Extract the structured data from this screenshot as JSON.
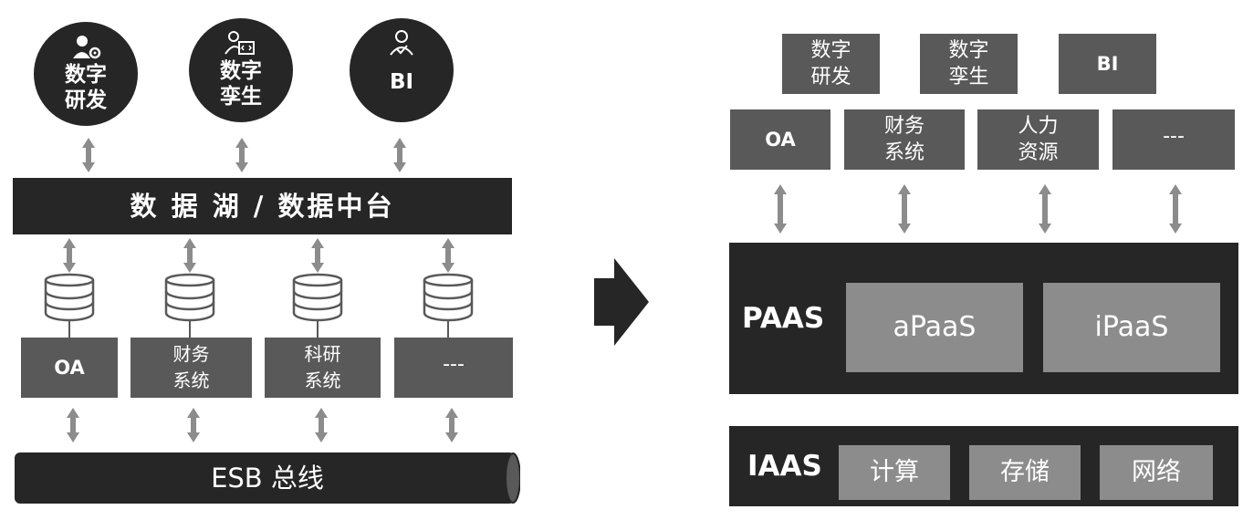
{
  "left": {
    "consumers": [
      {
        "line1": "数字",
        "line2": "研发",
        "icon": "user-gear-icon"
      },
      {
        "line1": "数字",
        "line2": "孪生",
        "icon": "user-code-icon"
      },
      {
        "line1": "BI",
        "line2": "",
        "icon": "user-check-icon"
      }
    ],
    "data_lake_label": "数 据 湖 / 数据中台",
    "systems": [
      {
        "line1": "OA",
        "line2": ""
      },
      {
        "line1": "财务",
        "line2": "系统"
      },
      {
        "line1": "科研",
        "line2": "系统"
      },
      {
        "line1": "---",
        "line2": ""
      }
    ],
    "esb_label": "ESB 总线"
  },
  "right": {
    "apps": [
      {
        "line1": "数字",
        "line2": "研发"
      },
      {
        "line1": "数字",
        "line2": "孪生"
      },
      {
        "line1": "BI",
        "line2": ""
      }
    ],
    "systems": [
      {
        "line1": "OA",
        "line2": ""
      },
      {
        "line1": "财务",
        "line2": "系统"
      },
      {
        "line1": "人力",
        "line2": "资源"
      },
      {
        "line1": "---",
        "line2": ""
      }
    ],
    "paas": {
      "label": "PAAS",
      "items": [
        "aPaaS",
        "iPaaS"
      ]
    },
    "iaas": {
      "label": "IAAS",
      "items": [
        "计算",
        "存储",
        "网络"
      ]
    }
  },
  "colors": {
    "dark": "#262626",
    "mid": "#595959",
    "light": "#8c8c8c",
    "arrow": "#8c8c8c"
  }
}
